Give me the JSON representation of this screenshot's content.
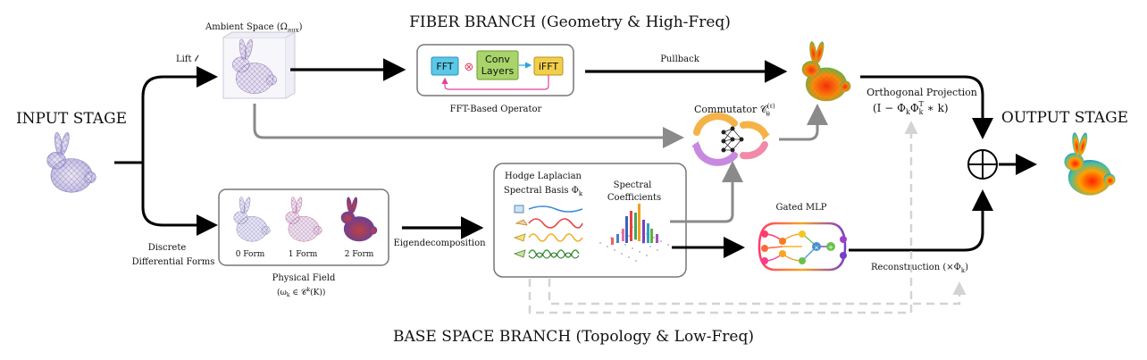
{
  "titles": {
    "fiber_branch": "FIBER BRANCH (Geometry & High-Freq)",
    "base_branch": "BASE SPACE BRANCH (Topology & Low-Freq)",
    "input_stage": "INPUT STAGE",
    "output_stage": "OUTPUT STAGE"
  },
  "labels": {
    "ambient_space": "Ambient Space (Ω",
    "ambient_sub": "aux",
    "ambient_close": ")",
    "lift": "Lift 𝓁",
    "discrete_line1": "Discrete",
    "discrete_line2": "Differential Forms",
    "fft": "FFT",
    "conv_line1": "Conv",
    "conv_line2": "Layers",
    "ifft": "iFFT",
    "otimes": "⊗",
    "fft_operator": "FFT-Based Operator",
    "pullback": "Pullback",
    "commutator": "Commutator 𝒞",
    "commutator_sup": "(ℓ)",
    "commutator_sub": "θ",
    "ortho_line1": "Orthogonal Projection",
    "ortho_line2": "(I − Φ",
    "ortho_k1": "k",
    "ortho_phi": "Φ",
    "ortho_k2": "k",
    "ortho_T": "T",
    "ortho_end": " ∗ k)",
    "oplus": "⊕",
    "form0": "0 Form",
    "form1": "1 Form",
    "form2": "2 Form",
    "physical_field": "Physical Field",
    "physical_sub": "(ω",
    "physical_sub_k": "k",
    "physical_sub_rest": " ∈ 𝒞",
    "physical_sup": "k",
    "physical_tail": "(K))",
    "eigendecomposition": "Eigendecomposition",
    "hodge_line1": "Hodge Laplacian",
    "hodge_line2": "Spectral Basis Φ",
    "hodge_sub": "k",
    "spectral_line1": "Spectral",
    "spectral_line2": "Coefficients",
    "gated_mlp": "Gated MLP",
    "reconstruction": "Reconstruction (×Φ",
    "reconstruction_sub": "k",
    "reconstruction_end": ")"
  },
  "colors": {
    "fft_box": "#5bc8e8",
    "conv_box": "#a8d46a",
    "ifft_box": "#f2cf4a",
    "loop_arrow": "#e040a0",
    "gray_arrow": "#8a8a8a",
    "dashed": "#d3d3d3"
  }
}
